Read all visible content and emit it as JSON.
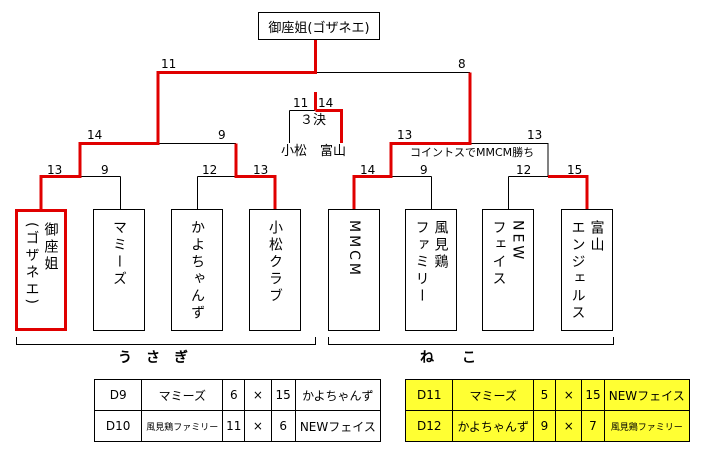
{
  "champion": "御座姐(ゴザネエ)",
  "teams": [
    {
      "name": [
        "御座姐",
        "(ゴザネエ)"
      ],
      "winner": true
    },
    {
      "name": [
        "マミーズ"
      ],
      "winner": false
    },
    {
      "name": [
        "かよちゃんず"
      ],
      "winner": false
    },
    {
      "name": [
        "小松クラブ"
      ],
      "winner": false
    },
    {
      "name": [
        "MMCM"
      ],
      "winner": false
    },
    {
      "name": [
        "風見鶏",
        "ファミリー"
      ],
      "winner": false
    },
    {
      "name": [
        "NEW",
        "フェイス"
      ],
      "winner": false
    },
    {
      "name": [
        "富山",
        "エンジェルス"
      ],
      "winner": false
    }
  ],
  "scores": {
    "r1": [
      "13",
      "9",
      "12",
      "13",
      "14",
      "9",
      "12",
      "15"
    ],
    "r2": [
      "14",
      "9",
      "13",
      "13"
    ],
    "final": [
      "11",
      "8"
    ],
    "third": [
      "11",
      "14"
    ]
  },
  "third_place": {
    "label": "３決",
    "left": "小松",
    "right": "富山"
  },
  "coin_toss_note": "コイントスでMMCM勝ち",
  "groups": [
    "う　さ　ぎ",
    "ね　　こ"
  ],
  "results_left": [
    [
      "D9",
      "マミーズ",
      "6",
      "×",
      "15",
      "かよちゃんず"
    ],
    [
      "D10",
      "風見鶏ファミリー",
      "11",
      "×",
      "6",
      "NEWフェイス"
    ]
  ],
  "results_right": [
    [
      "D11",
      "マミーズ",
      "5",
      "×",
      "15",
      "NEWフェイス"
    ],
    [
      "D12",
      "かよちゃんず",
      "9",
      "×",
      "7",
      "風見鶏ファミリー"
    ]
  ],
  "colors": {
    "win": "#e00000",
    "line": "#000000",
    "highlight": "#ffff33"
  }
}
